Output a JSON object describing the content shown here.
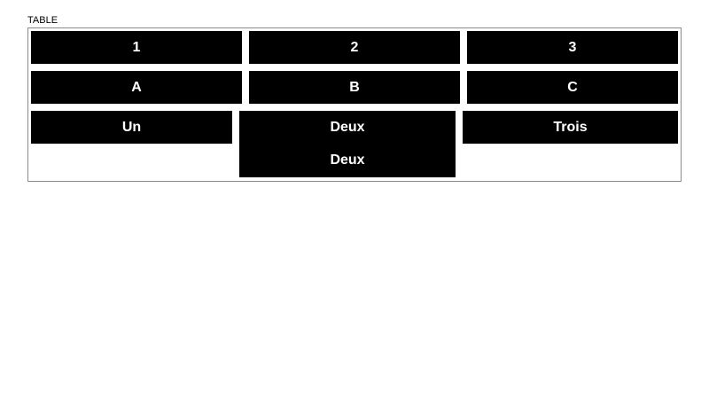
{
  "caption": "TABLE",
  "rows": [
    {
      "cells": [
        {
          "lines": [
            "1"
          ]
        },
        {
          "lines": [
            "2"
          ]
        },
        {
          "lines": [
            "3"
          ]
        }
      ]
    },
    {
      "cells": [
        {
          "lines": [
            "A"
          ]
        },
        {
          "lines": [
            "B"
          ]
        },
        {
          "lines": [
            "C"
          ]
        }
      ]
    },
    {
      "cells": [
        {
          "lines": [
            "Un"
          ]
        },
        {
          "lines": [
            "Deux",
            "Deux"
          ]
        },
        {
          "lines": [
            "Trois"
          ]
        }
      ]
    }
  ],
  "colors": {
    "cell_bg": "#000000",
    "cell_text": "#ffffff",
    "border": "#8a8a8a"
  }
}
